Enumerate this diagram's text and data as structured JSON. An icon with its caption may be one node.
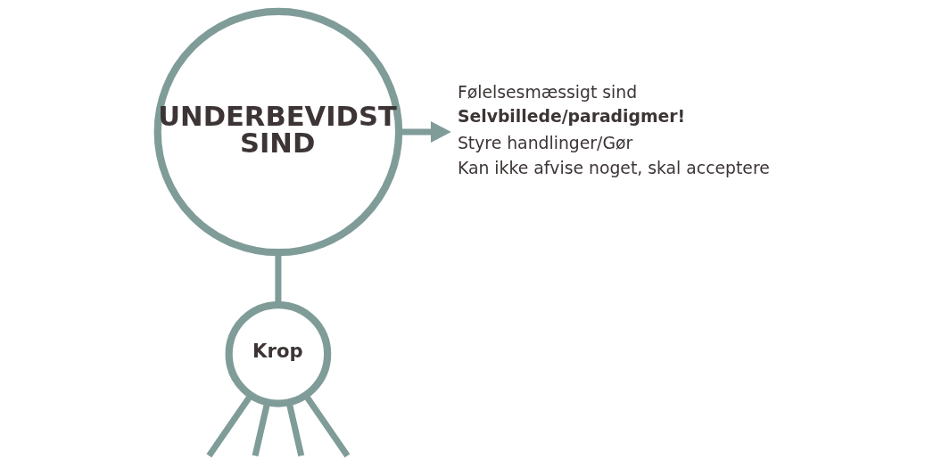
{
  "diagram": {
    "nodes": [
      {
        "text": [
          "UNDERBEVIDST SIND"
        ]
      },
      {
        "text": [
          "Krop"
        ]
      },
      {
        "text": [
          "Følelsesmæssigt sind",
          "Selvbillede/paradigmer!",
          "Styre handlinger/Gør",
          "Kan ikke afvise noget, skal acceptere"
        ]
      }
    ],
    "edges": [
      {
        "from": 0,
        "to": 2,
        "arrow": "to"
      },
      {
        "from": 0,
        "to": 1,
        "arrow": "none"
      },
      {
        "from": 1,
        "to": null,
        "arrow": "none"
      },
      {
        "from": 1,
        "to": null,
        "arrow": "none"
      },
      {
        "from": 1,
        "to": null,
        "arrow": "none"
      },
      {
        "from": 1,
        "to": null,
        "arrow": "none"
      }
    ]
  }
}
